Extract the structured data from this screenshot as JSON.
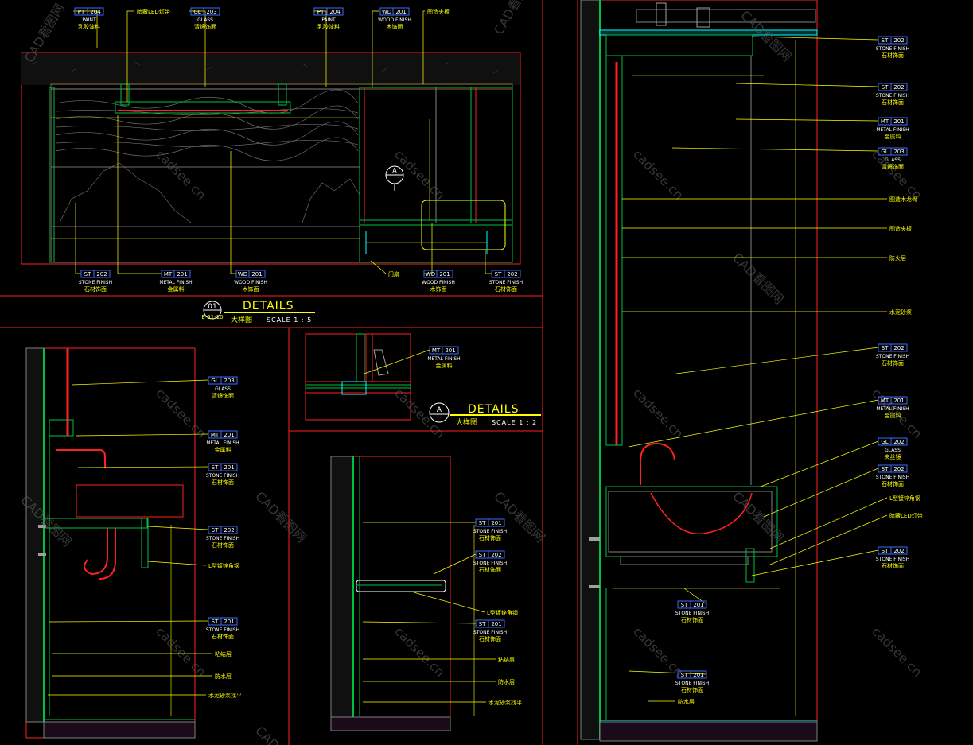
{
  "details": [
    {
      "id": "d1",
      "number": "01",
      "ref": "E-51-10",
      "title": "DETAILS",
      "cn": "大样图",
      "scale": "SCALE 1 : 5"
    },
    {
      "id": "dA",
      "number": "A",
      "ref": "",
      "title": "DETAILS",
      "cn": "大样图",
      "scale": "SCALE 1 : 2"
    }
  ],
  "section_marker": "A",
  "tags": [
    {
      "id": "t1",
      "code": "PT",
      "num": "204",
      "en": "PAINT",
      "cn": "乳胶漆料"
    },
    {
      "id": "t2",
      "code": "GL",
      "num": "203",
      "en": "GLASS",
      "cn": "清镜饰面"
    },
    {
      "id": "t3",
      "code": "PT",
      "num": "204",
      "en": "PAINT",
      "cn": "乳胶漆料"
    },
    {
      "id": "t4",
      "code": "WD",
      "num": "201",
      "en": "WOOD FINISH",
      "cn": "木饰面"
    },
    {
      "id": "t5",
      "code": "ST",
      "num": "202",
      "en": "STONE FINISH",
      "cn": "石材饰面"
    },
    {
      "id": "t6",
      "code": "MT",
      "num": "201",
      "en": "METAL FINISH",
      "cn": "金属料"
    },
    {
      "id": "t7",
      "code": "WD",
      "num": "201",
      "en": "WOOD FINISH",
      "cn": "木饰面"
    },
    {
      "id": "t8",
      "code": "WD",
      "num": "201",
      "en": "WOOD FINISH",
      "cn": "木饰面"
    },
    {
      "id": "t9",
      "code": "ST",
      "num": "202",
      "en": "STONE FINISH",
      "cn": "石材饰面"
    },
    {
      "id": "t10",
      "code": "GL",
      "num": "203",
      "en": "GLASS",
      "cn": "清镜饰面"
    },
    {
      "id": "t11",
      "code": "MT",
      "num": "201",
      "en": "METAL FINISH",
      "cn": "金属料"
    },
    {
      "id": "t12",
      "code": "ST",
      "num": "201",
      "en": "STONE FINISH",
      "cn": "石材饰面"
    },
    {
      "id": "t13",
      "code": "ST",
      "num": "202",
      "en": "STONE FINISH",
      "cn": "石材饰面"
    },
    {
      "id": "t14",
      "code": "ST",
      "num": "201",
      "en": "STONE FINISH",
      "cn": "石材饰面"
    },
    {
      "id": "t15",
      "code": "MT",
      "num": "201",
      "en": "METAL FINISH",
      "cn": "金属料"
    },
    {
      "id": "t16",
      "code": "ST",
      "num": "201",
      "en": "STONE FINISH",
      "cn": "石材饰面"
    },
    {
      "id": "t17",
      "code": "ST",
      "num": "202",
      "en": "STONE FINISH",
      "cn": "石材饰面"
    },
    {
      "id": "t18",
      "code": "ST",
      "num": "201",
      "en": "STONE FINISH",
      "cn": "石材饰面"
    },
    {
      "id": "t19",
      "code": "ST",
      "num": "202",
      "en": "STONE FINISH",
      "cn": "石材饰面"
    },
    {
      "id": "t20",
      "code": "ST",
      "num": "202",
      "en": "STONE FINISH",
      "cn": "石材饰面"
    },
    {
      "id": "t21",
      "code": "MT",
      "num": "201",
      "en": "METAL FINISH",
      "cn": "金属料"
    },
    {
      "id": "t22",
      "code": "GL",
      "num": "203",
      "en": "GLASS",
      "cn": "清镜饰面"
    },
    {
      "id": "t23",
      "code": "ST",
      "num": "202",
      "en": "STONE FINISH",
      "cn": "石材饰面"
    },
    {
      "id": "t24",
      "code": "MT",
      "num": "201",
      "en": "METAL FINISH",
      "cn": "金属料"
    },
    {
      "id": "t25",
      "code": "GL",
      "num": "202",
      "en": "GLASS",
      "cn": "夹丝镜"
    },
    {
      "id": "t26",
      "code": "ST",
      "num": "202",
      "en": "STONE FINISH",
      "cn": "石材饰面"
    },
    {
      "id": "t27",
      "code": "ST",
      "num": "202",
      "en": "STONE FINISH",
      "cn": "石材饰面"
    },
    {
      "id": "t28",
      "code": "ST",
      "num": "201",
      "en": "STONE FINISH",
      "cn": "石材饰面"
    },
    {
      "id": "t29",
      "code": "ST",
      "num": "201",
      "en": "STONE FINISH",
      "cn": "石材饰面"
    }
  ],
  "notes": [
    {
      "id": "n1",
      "text": "暗藏LED灯带"
    },
    {
      "id": "n2",
      "text": "图造夹板"
    },
    {
      "id": "n3",
      "text": "门扇"
    },
    {
      "id": "n4",
      "text": "L型镀锌角钢"
    },
    {
      "id": "n5",
      "text": "粘结层"
    },
    {
      "id": "n6",
      "text": "防水层"
    },
    {
      "id": "n7",
      "text": "水泥砂浆找平"
    },
    {
      "id": "n8",
      "text": "L型镀锌角钢"
    },
    {
      "id": "n9",
      "text": "粘结层"
    },
    {
      "id": "n10",
      "text": "防水层"
    },
    {
      "id": "n11",
      "text": "水泥砂浆找平"
    },
    {
      "id": "n12",
      "text": "图造木龙骨"
    },
    {
      "id": "n13",
      "text": "图造夹板"
    },
    {
      "id": "n14",
      "text": "防火层"
    },
    {
      "id": "n15",
      "text": "水泥砂浆"
    },
    {
      "id": "n16",
      "text": "L型镀锌角钢"
    },
    {
      "id": "n17",
      "text": "暗藏LED灯带"
    },
    {
      "id": "n18",
      "text": "防水层"
    }
  ],
  "watermarks": {
    "a": "CAD看图网",
    "b": "cadsee.cn"
  },
  "colors": {
    "frame": "#ff2020",
    "leader": "#ffff00",
    "tag": "#3c6bff",
    "wall": "#00c040",
    "cyan": "#00ffff",
    "white": "#ffffff"
  }
}
